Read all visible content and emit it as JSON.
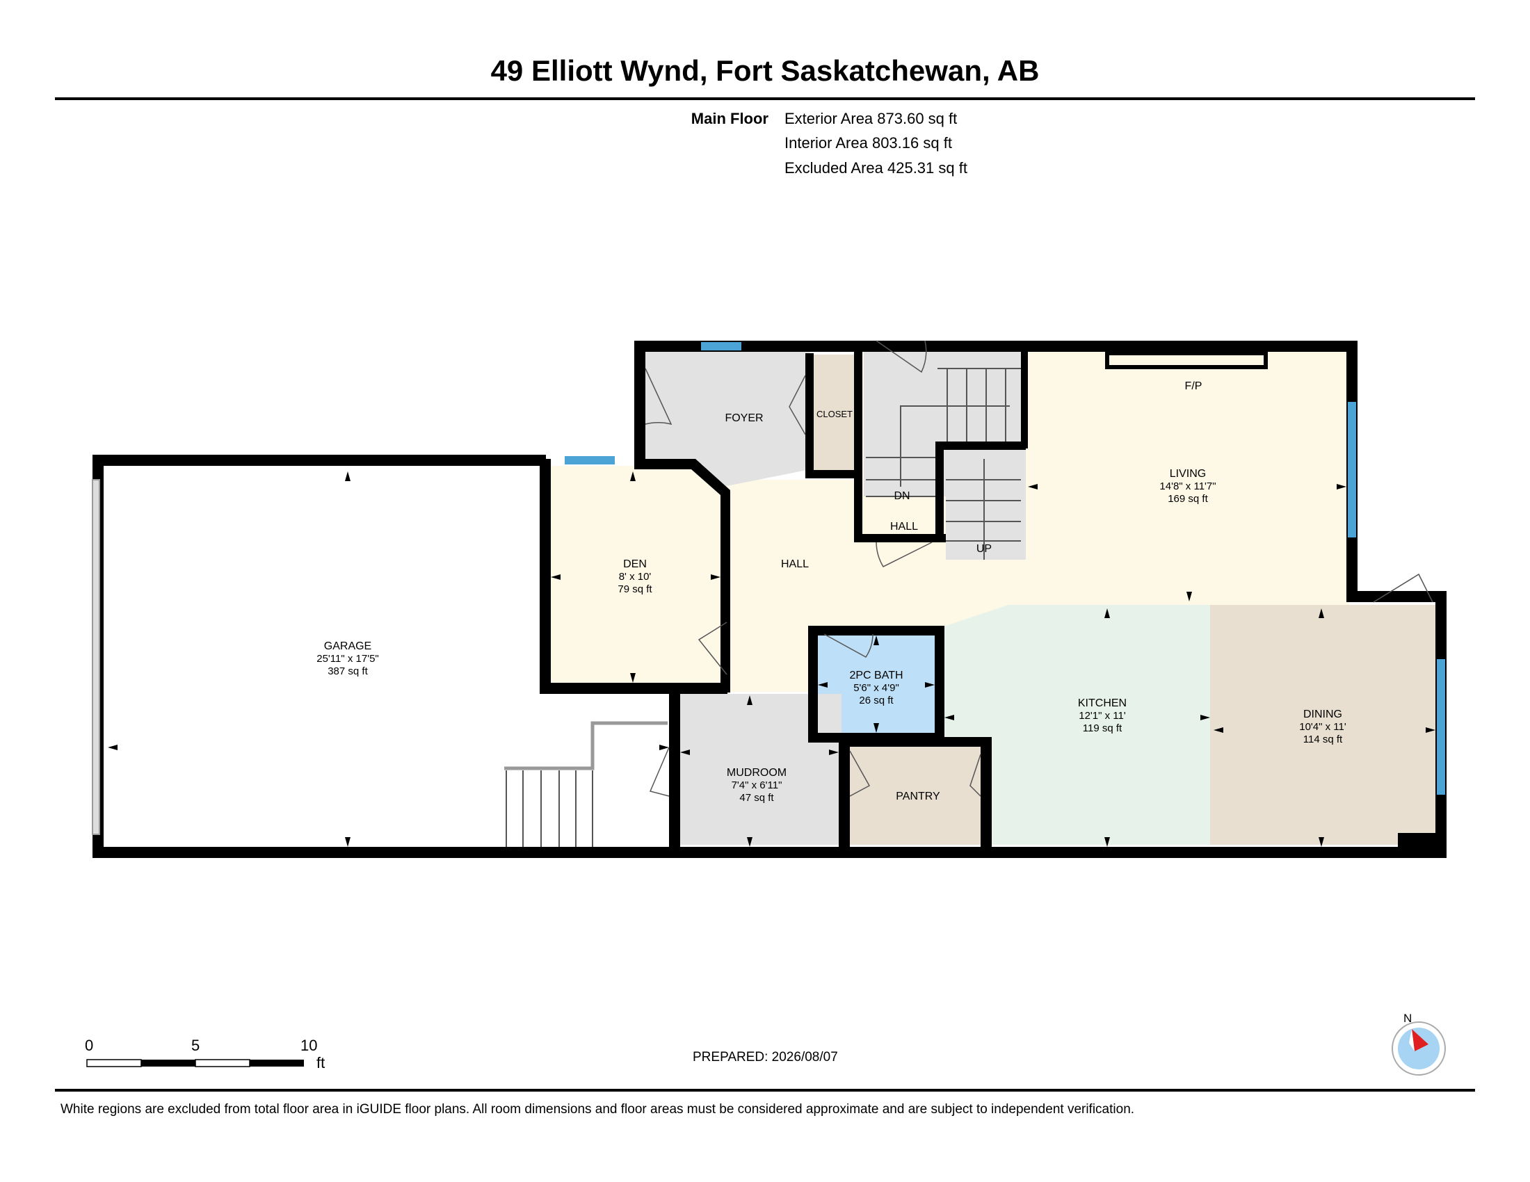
{
  "title": "49 Elliott Wynd, Fort Saskatchewan, AB",
  "floor": {
    "label": "Main Floor",
    "exterior_area": "Exterior Area 873.60 sq ft",
    "interior_area": "Interior Area 803.16 sq ft",
    "excluded_area": "Excluded Area 425.31 sq ft"
  },
  "rooms": {
    "foyer": {
      "name": "FOYER"
    },
    "closet": {
      "name": "CLOSET"
    },
    "living": {
      "name": "LIVING",
      "dims": "14'8\" x 11'7\"",
      "area": "169 sq ft"
    },
    "fp": {
      "name": "F/P"
    },
    "den": {
      "name": "DEN",
      "dims": "8' x 10'",
      "area": "79 sq ft"
    },
    "hall_main": {
      "name": "HALL"
    },
    "hall_small": {
      "name": "HALL"
    },
    "stairs_dn": {
      "name": "DN"
    },
    "stairs_up": {
      "name": "UP"
    },
    "garage": {
      "name": "GARAGE",
      "dims": "25'11\" x 17'5\"",
      "area": "387 sq ft"
    },
    "bath": {
      "name": "2PC BATH",
      "dims": "5'6\" x 4'9\"",
      "area": "26 sq ft"
    },
    "kitchen": {
      "name": "KITCHEN",
      "dims": "12'1\" x 11'",
      "area": "119 sq ft"
    },
    "dining": {
      "name": "DINING",
      "dims": "10'4\" x 11'",
      "area": "114 sq ft"
    },
    "mudroom": {
      "name": "MUDROOM",
      "dims": "7'4\" x 6'11\"",
      "area": "47 sq ft"
    },
    "pantry": {
      "name": "PANTRY"
    }
  },
  "scale": {
    "zero": "0",
    "five": "5",
    "ten": "10",
    "unit": "ft"
  },
  "compass": {
    "north": "N"
  },
  "prepared": "PREPARED: 2026/08/07",
  "footnote": "White regions are excluded from total floor area in iGUIDE floor plans. All room dimensions and floor areas must be considered approximate and are subject to independent verification.",
  "colors": {
    "living_hall": "#fef9e6",
    "foyer_stairs": "#e2e2e2",
    "closet_pantry": "#e8dfd0",
    "kitchen": "#e6f2ea",
    "dining": "#e8dfd0",
    "bath": "#bde0f8",
    "window": "#4ba3d6",
    "wall": "#000000"
  }
}
